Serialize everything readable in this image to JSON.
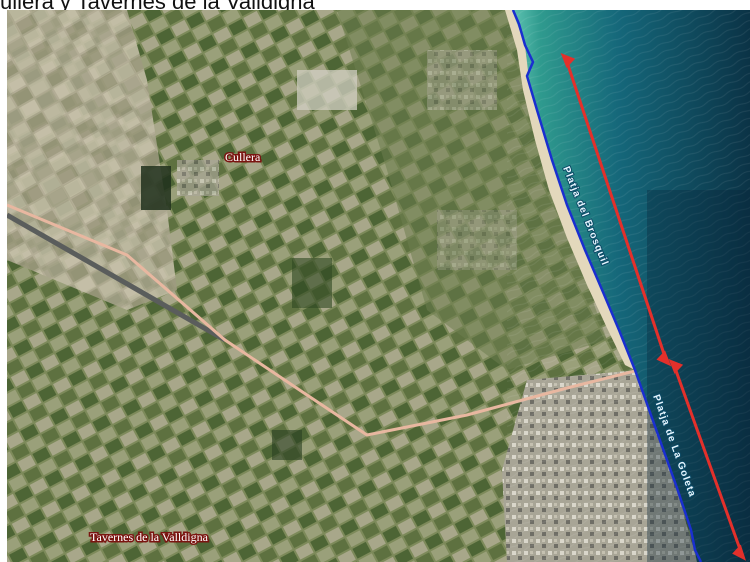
{
  "caption": "ullera y Tavernes de la Valldigna",
  "map": {
    "places": {
      "cullera": "Cullera",
      "tavernes": "Tavernes de la Valldigna"
    },
    "beaches": {
      "north": "Platja del Brosquil",
      "south": "Platja de La Goleta"
    },
    "colors": {
      "sea_light": "#2f9a8e",
      "sea_deep": "#0b3346",
      "land": "#8a9468",
      "fields_dark": "#3f5a2c",
      "coastline": "#1a2fd0",
      "arrow": "#e3302b",
      "road": "#e8b7a0",
      "sand": "#e3d8bc"
    }
  }
}
